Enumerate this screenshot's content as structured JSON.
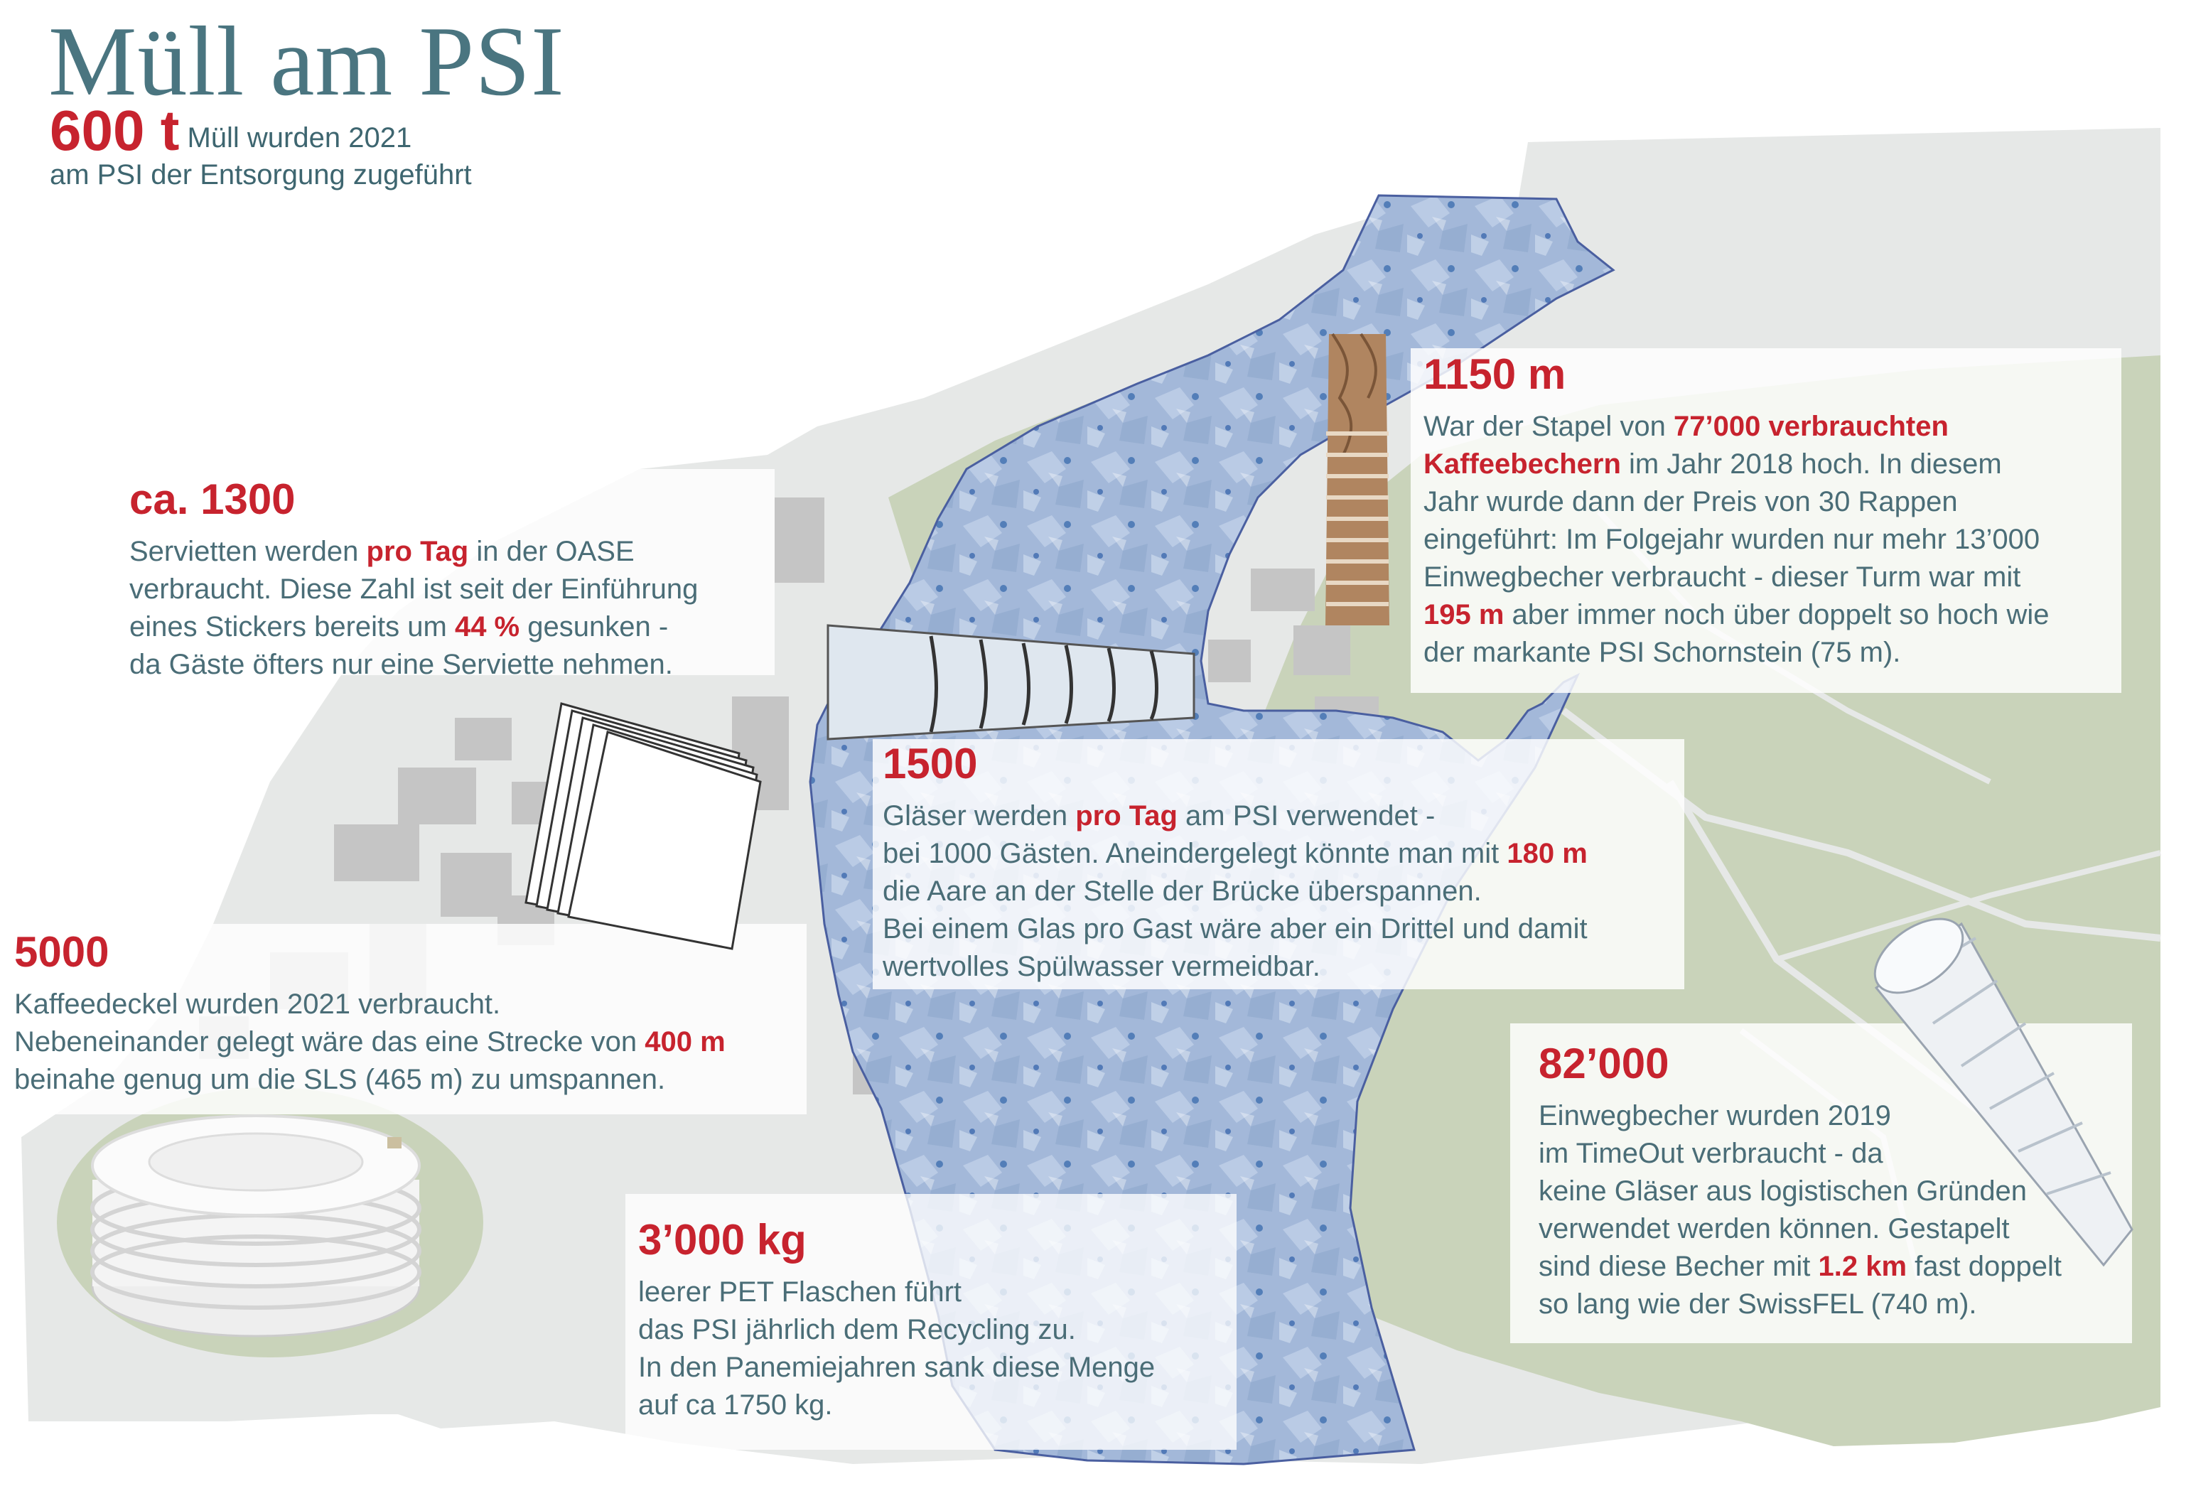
{
  "title": "Müll am PSI",
  "intro": {
    "amount": "600 t",
    "line1": " Müll wurden 2021",
    "line2": "am PSI der Entsorgung zugeführt"
  },
  "facts": {
    "servietten": {
      "number": "ca. 1300",
      "l1a": "Servietten werden ",
      "l1b": "pro Tag",
      "l1c": " in der OASE",
      "l2": "verbraucht. Diese Zahl ist seit der Einführung",
      "l3a": "eines Stickers bereits um ",
      "l3b": "44 %",
      "l3c": " gesunken -",
      "l4": "da Gäste öfters nur eine Serviette nehmen."
    },
    "kaffeedeckel": {
      "number": "5000",
      "l1": "Kaffeedeckel wurden 2021 verbraucht.",
      "l2a": "Nebeneinander gelegt wäre das eine Strecke von ",
      "l2b": "400 m",
      "l3": "beinahe genug um die SLS (465 m) zu umspannen."
    },
    "kaffeebecher": {
      "number": "1150 m",
      "l1a": "War der Stapel von ",
      "l1b": "77’000 verbrauchten",
      "l2a": "Kaffeebechern",
      "l2b": " im Jahr 2018 hoch. In diesem",
      "l3": "Jahr wurde dann der Preis von 30 Rappen",
      "l4": "eingeführt: Im Folgejahr wurden nur mehr 13’000",
      "l5": "Einwegbecher verbraucht - dieser Turm war mit",
      "l6a": "195 m",
      "l6b": " aber immer noch über doppelt so hoch wie",
      "l7": "der markante PSI Schornstein (75 m)."
    },
    "glaeser": {
      "number": "1500",
      "l1a": "Gläser werden ",
      "l1b": "pro Tag",
      "l1c": " am PSI verwendet -",
      "l2a": "bei 1000 Gästen. Aneindergelegt könnte man mit ",
      "l2b": "180 m",
      "l3": "die Aare an der Stelle der Brücke überspannen.",
      "l4": "Bei einem Glas pro Gast wäre aber ein Drittel und damit",
      "l5": "wertvolles Spülwasser vermeidbar."
    },
    "einwegbecher": {
      "number": "82’000",
      "l1": "Einwegbecher wurden 2019",
      "l2": "im TimeOut verbraucht - da",
      "l3": "keine Gläser aus logistischen Gründen",
      "l4": "verwendet werden können. Gestapelt",
      "l5a": "sind diese Becher mit ",
      "l5b": "1.2 km",
      "l5c": " fast doppelt",
      "l6": "so lang wie der SwissFEL (740 m)."
    },
    "pet": {
      "number": "3’000 kg",
      "l1": "leerer PET Flaschen führt",
      "l2": "das PSI jährlich dem Recycling zu.",
      "l3": "In den Panemiejahren sank diese Menge",
      "l4": "auf ca 1750 kg."
    }
  },
  "colors": {
    "accent_red": "#c7232e",
    "title_teal": "#4a7580",
    "text_teal": "#4a6d77",
    "map_gray": "#e6e8e7",
    "map_green": "#c9d3ba",
    "river_blue": "#9eb5d6",
    "building_gray": "#c5c5c5"
  }
}
